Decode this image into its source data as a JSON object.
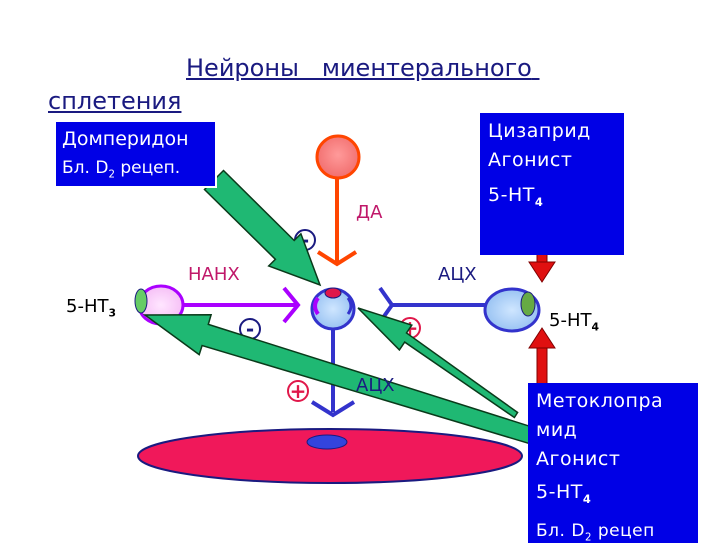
{
  "title": "Нейроны   миентерального сплетения",
  "boxes": {
    "domperidone": {
      "line1": "Домперидон",
      "line2_text": "Бл. D",
      "line2_sub": "2",
      "line2_tail": " рецеп."
    },
    "cisapride": {
      "line1": "Цизаприд",
      "line2": "Агонист",
      "line3_text": "5-НТ",
      "line3_sub": "4"
    },
    "metoclopramide": {
      "line1": "Метоклопра",
      "line2": "мид",
      "line3": "Агонист",
      "line4_text": "5-НТ",
      "line4_sub": "4",
      "line5_text": "Бл. D",
      "line5_sub": "2",
      "line5_tail": " рецеп"
    }
  },
  "labels": {
    "da": "ДА",
    "nanh": "НАНХ",
    "ach_top": "АЦХ",
    "ach_bottom": "АЦХ",
    "ht3_text": "5-НТ",
    "ht3_sub": "3",
    "ht4_text": "5-НТ",
    "ht4_sub": "4"
  },
  "signs": {
    "minus_top": "-",
    "minus_left": "-",
    "plus_right": "+",
    "plus_bottom": "+"
  },
  "colors": {
    "box_fill": "#0000e6",
    "title": "#1a1a80",
    "da_neuron": "#ff4500",
    "nanh_neuron": "#aa00ff",
    "ach_neuron": "#3333cc",
    "muscle": "#f0185a",
    "green_arrow": "#1fb873",
    "red_arrow": "#e01010"
  }
}
